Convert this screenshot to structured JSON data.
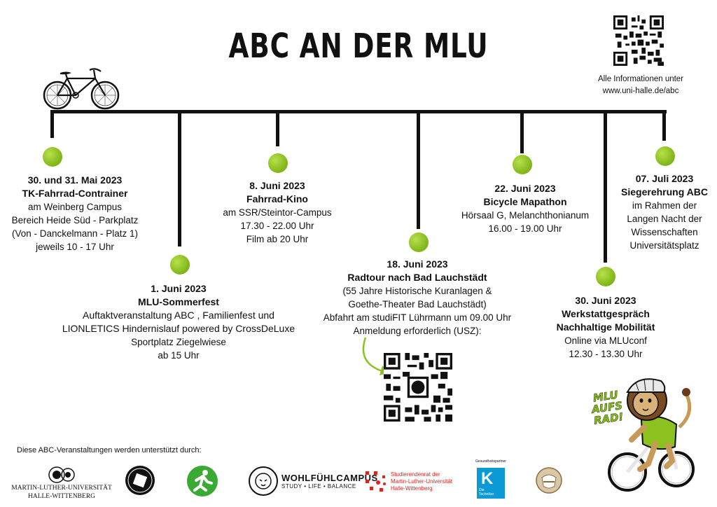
{
  "title": "ABC AN DER MLU",
  "info": {
    "line1": "Alle Informationen unter",
    "line2": "www.uni-halle.de/abc"
  },
  "events": [
    {
      "date": "30. und 31. Mai 2023",
      "name": "TK-Fahrrad-Contrainer",
      "lines": [
        "am Weinberg Campus",
        "Bereich Heide Süd - Parkplatz",
        "(Von - Danckelmann - Platz 1)",
        "jeweils 10 - 17 Uhr"
      ]
    },
    {
      "date": "1. Juni 2023",
      "name": "MLU-Sommerfest",
      "lines": [
        "Auftaktveranstaltung ABC , Familienfest und",
        "LIONLETICS Hindernislauf powered by CrossDeLuxe",
        "Sportplatz Ziegelwiese",
        "ab 15 Uhr"
      ]
    },
    {
      "date": "8. Juni 2023",
      "name": "Fahrrad-Kino",
      "lines": [
        "am SSR/Steintor-Campus",
        "17.30 - 22.00 Uhr",
        "Film ab 20 Uhr"
      ]
    },
    {
      "date": "18. Juni 2023",
      "name": "Radtour nach Bad Lauchstädt",
      "lines": [
        "(55 Jahre Historische Kuranlagen &",
        "Goethe-Theater Bad Lauchstädt)",
        "Abfahrt am studiFIT Lührmann um 09.00 Uhr",
        "Anmeldung erforderlich (USZ):"
      ]
    },
    {
      "date": "22. Juni 2023",
      "name": "Bicycle Mapathon",
      "lines": [
        "Hörsaal G, Melanchthonianum",
        "16.00 - 19.00 Uhr"
      ]
    },
    {
      "date": "30. Juni 2023",
      "name": "Werkstattgespräch",
      "name2": "Nachhaltige Mobilität",
      "lines": [
        "Online via MLUconf",
        "12.30 - 13.30 Uhr"
      ]
    },
    {
      "date": "07. Juli 2023",
      "name": "Siegerehrung ABC",
      "lines": [
        "im Rahmen der",
        "Langen Nacht der",
        "Wissenschaften",
        "Universitätsplatz"
      ]
    }
  ],
  "mascot_text": "MLU AUFS RAD!",
  "support_text": "Diese ABC-Veranstaltungen werden unterstützt durch:",
  "logos": {
    "mlu_line1": "MARTIN-LUTHER-UNIVERSITÄT",
    "mlu_line2": "HALLE-WITTENBERG",
    "wohlfuehl_title": "WOHLFÜHLCAMPUS",
    "wohlfuehl_sub": "STUDY • LIFE • BALANCE",
    "stura_line1": "Studierendenrat der",
    "stura_line2": "Martin-Luther-Universität",
    "stura_line3": "Halle-Wittenberg",
    "tk_partner": "Gesundheitspartner",
    "tk_name": "Die Techniker"
  },
  "colors": {
    "dot_green": "#8cc21f",
    "stura_red": "#e2231a",
    "tk_blue": "#0a9bd7",
    "sport_green": "#3aaa35"
  }
}
